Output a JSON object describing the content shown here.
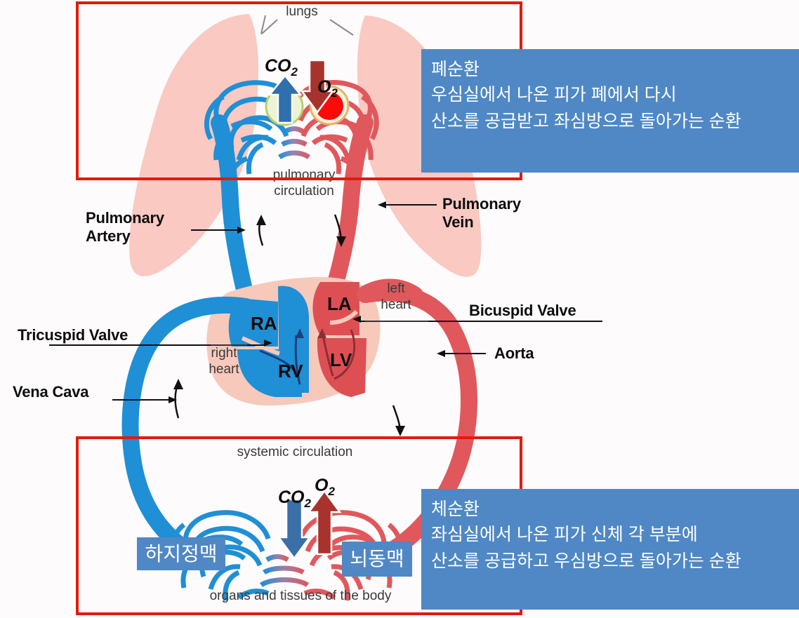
{
  "diagram": {
    "title_labels": {
      "lungs": "lungs",
      "pulmonary_circulation": "pulmonary\ncirculation",
      "systemic_circulation": "systemic circulation",
      "organs": "organs and tissues of the body",
      "right_heart": "right\nheart",
      "left_heart": "left\nheart"
    },
    "chambers": [
      {
        "id": "ra",
        "label": "RA"
      },
      {
        "id": "rv",
        "label": "RV"
      },
      {
        "id": "la",
        "label": "LA"
      },
      {
        "id": "lv",
        "label": "LV"
      }
    ],
    "gas_labels": {
      "lung_co2": "CO",
      "lung_co2_sub": "2",
      "lung_o2": "O",
      "lung_o2_sub": "2",
      "body_co2": "CO",
      "body_co2_sub": "2",
      "body_o2": "O",
      "body_o2_sub": "2"
    },
    "callouts": [
      {
        "id": "pulmonary-artery",
        "text": "Pulmonary\nArtery"
      },
      {
        "id": "pulmonary-vein",
        "text": "Pulmonary\nVein"
      },
      {
        "id": "tricuspid-valve",
        "text": "Tricuspid Valve"
      },
      {
        "id": "bicuspid-valve",
        "text": "Bicuspid Valve"
      },
      {
        "id": "vena-cava",
        "text": "Vena Cava"
      },
      {
        "id": "aorta",
        "text": "Aorta"
      }
    ],
    "colors": {
      "deoxygenated_blue": "#1f8fd6",
      "oxygenated_red": "#e0585c",
      "lung_pink": "#f9c9c2",
      "highlight_red": "#e01b0c",
      "annotation_blue": "#4f88c4",
      "oxygen_dot_red": "#fb0b08"
    }
  },
  "annotations": {
    "pulmonary": {
      "title": "폐순환",
      "line1": "우심실에서 나온 피가 폐에서 다시",
      "line2": "산소를 공급받고 좌심방으로 돌아가는 순환"
    },
    "systemic": {
      "title": "체순환",
      "line1": "좌심실에서 나온 피가 신체 각 부분에",
      "line2": "산소를 공급하고 우심방으로 돌아가는 순환"
    },
    "tags": [
      {
        "id": "leg-vein",
        "label": "하지정맥"
      },
      {
        "id": "cerebral-artery",
        "label": "뇌동맥"
      }
    ]
  }
}
